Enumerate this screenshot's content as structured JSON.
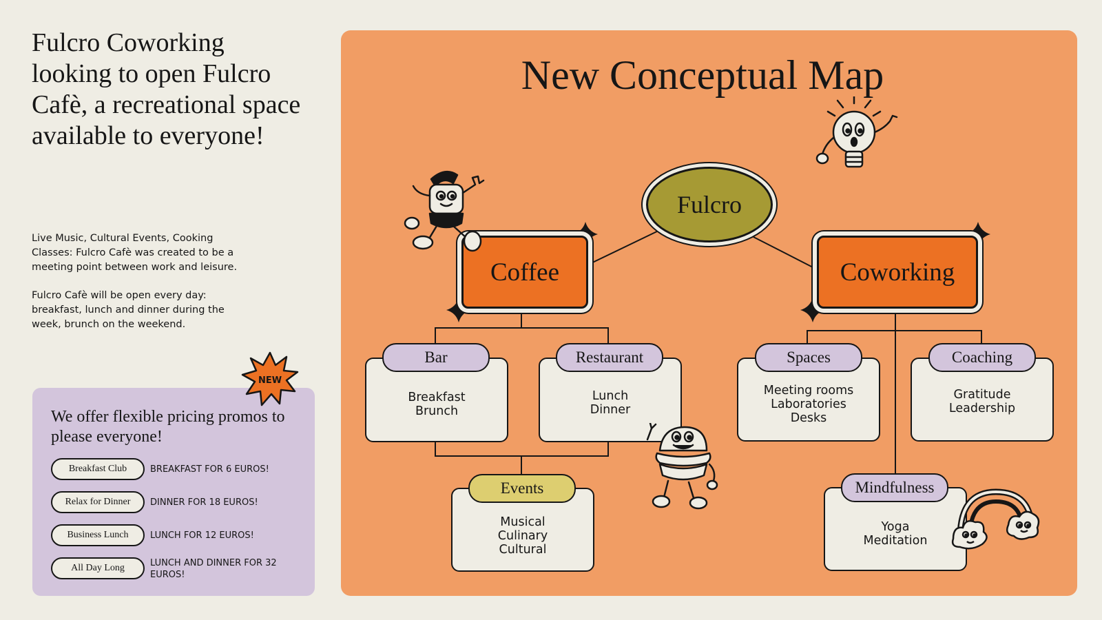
{
  "left": {
    "title": "Fulcro Coworking looking to open Fulcro Cafè, a recreational space available to everyone!",
    "desc1": "Live Music, Cultural Events, Cooking Classes: Fulcro Cafè was created to be a meeting point between work and leisure.",
    "desc2": "Fulcro Cafè will be open every day: breakfast, lunch and dinner during the week, brunch on the weekend."
  },
  "promo": {
    "badge": "NEW",
    "title": "We offer flexible pricing promos to please everyone!",
    "items": [
      {
        "name": "Breakfast Club",
        "text": "BREAKFAST FOR 6 EUROS!"
      },
      {
        "name": "Relax for Dinner",
        "text": "DINNER FOR 18 EUROS!"
      },
      {
        "name": "Business Lunch",
        "text": "LUNCH FOR 12 EUROS!"
      },
      {
        "name": "All Day Long",
        "text": "LUNCH AND DINNER FOR 32 EUROS!"
      }
    ]
  },
  "map": {
    "title": "New Conceptual Map",
    "root": "Fulcro",
    "coffee": "Coffee",
    "coworking": "Coworking",
    "bar": {
      "label": "Bar",
      "line1": "Breakfast",
      "line2": "Brunch"
    },
    "restaurant": {
      "label": "Restaurant",
      "line1": "Lunch",
      "line2": "Dinner"
    },
    "events": {
      "label": "Events",
      "line1": "Musical",
      "line2": "Culinary",
      "line3": "Cultural"
    },
    "spaces": {
      "label": "Spaces",
      "line1": "Meeting rooms",
      "line2": "Laboratories",
      "line3": "Desks"
    },
    "coaching": {
      "label": "Coaching",
      "line1": "Gratitude",
      "line2": "Leadership"
    },
    "mindfulness": {
      "label": "Mindfulness",
      "line1": "Yoga",
      "line2": "Meditation"
    }
  },
  "colors": {
    "background": "#efede4",
    "panel_orange": "#f19d64",
    "box_orange": "#ec7123",
    "root_olive": "#a69a34",
    "tag_lavender": "#d3c5dc",
    "tag_yellow": "#ddce70",
    "promo_panel": "#d3c5dc",
    "ink": "#161616"
  },
  "icons": [
    "new-starburst-icon",
    "coffee-pot-mascot-icon",
    "lightbulb-mascot-icon",
    "burger-mascot-icon",
    "rainbow-clouds-icon",
    "sparkle-icon"
  ]
}
